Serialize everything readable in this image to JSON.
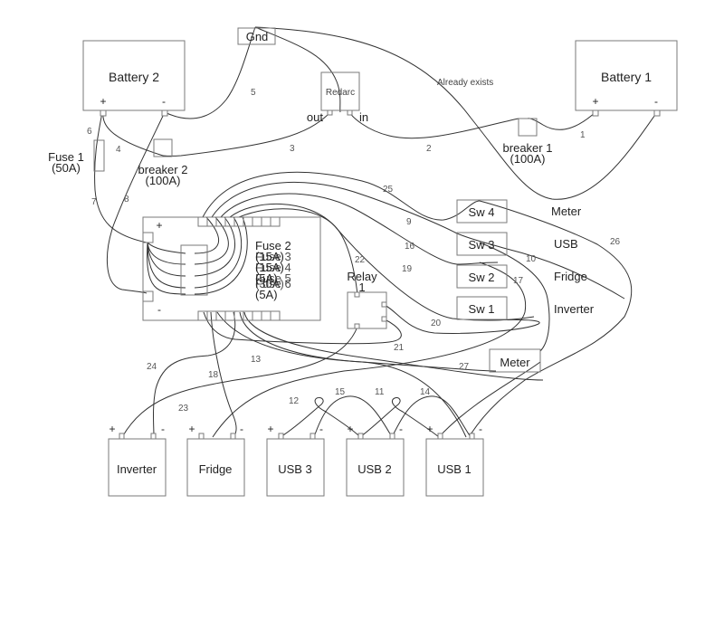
{
  "components": {
    "battery2": {
      "label": "Battery 2",
      "plus": "+",
      "minus": "-"
    },
    "battery1": {
      "label": "Battery 1",
      "plus": "+",
      "minus": "-"
    },
    "gnd": {
      "label": "Gnd"
    },
    "redarc": {
      "label": "Redarc",
      "out": "out",
      "in": "in"
    },
    "fuse1": {
      "line1": "Fuse 1",
      "line2": "(50A)"
    },
    "breaker2": {
      "line1": "breaker 2",
      "line2": "(100A)"
    },
    "breaker1": {
      "line1": "breaker 1",
      "line2": "(100A)"
    },
    "fuse_block": {
      "plus": "+",
      "minus": "-",
      "labels": [
        "Fuse 2",
        "(15A)",
        "Fuse 3",
        "(15A)",
        "Fuse 4",
        "(5A)",
        "Fuse 5",
        "(30A)",
        "Fuse 6",
        "(5A)"
      ]
    },
    "relay": {
      "line1": "Relay",
      "line2": "1"
    },
    "switches": [
      "Sw 4",
      "Sw 3",
      "Sw 2",
      "Sw 1"
    ],
    "switch_labels": [
      "Meter",
      "USB",
      "Fridge",
      "Inverter"
    ],
    "meter": {
      "label": "Meter"
    },
    "loads": [
      {
        "label": "Inverter",
        "plus": "+",
        "minus": "-"
      },
      {
        "label": "Fridge",
        "plus": "+",
        "minus": "-"
      },
      {
        "label": "USB 3",
        "plus": "+",
        "minus": "-"
      },
      {
        "label": "USB 2",
        "plus": "+",
        "minus": "-"
      },
      {
        "label": "USB 1",
        "plus": "+",
        "minus": "-"
      }
    ]
  },
  "annotations": {
    "already_exists": "Already exists"
  },
  "wire_numbers": {
    "w1": "1",
    "w2": "2",
    "w3": "3",
    "w4": "4",
    "w5": "5",
    "w6": "6",
    "w7": "7",
    "w8": "8",
    "w9": "9",
    "w10": "10",
    "w11": "11",
    "w12": "12",
    "w13": "13",
    "w14": "14",
    "w15": "15",
    "w16": "16",
    "w17": "17",
    "w18": "18",
    "w19": "19",
    "w20": "20",
    "w21": "21",
    "w22": "22",
    "w23": "23",
    "w24": "24",
    "w25": "25",
    "w26": "26",
    "w27": "27"
  }
}
